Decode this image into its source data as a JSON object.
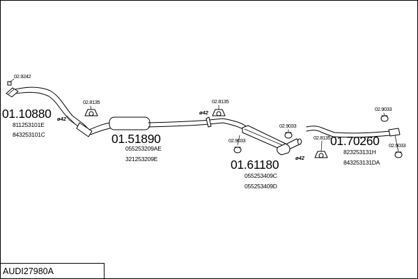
{
  "title": "AUDI27980A",
  "parts": {
    "front": {
      "main": "01.10880",
      "oe": [
        "811253101E",
        "843253101C"
      ]
    },
    "middle": {
      "main": "01.51890",
      "oe": [
        "055253209AE",
        "321253209E"
      ]
    },
    "rear_box": {
      "main": "01.61180",
      "oe": [
        "055253409C",
        "055253409D"
      ]
    },
    "tail": {
      "main": "01.70260",
      "oe": [
        "823253131H",
        "843253131DA"
      ]
    }
  },
  "accessories": {
    "gasket": "02.9242",
    "hanger_1": "02.8135",
    "hanger_2": "02.8135",
    "hanger_3": "02.8135",
    "clamp_1": "02.9033",
    "clamp_2": "02.9033",
    "clamp_3": "02.9033",
    "clamp_4": "02.9033"
  },
  "diameters": {
    "front": "ø42",
    "middle": "ø42",
    "rear": "ø42"
  }
}
